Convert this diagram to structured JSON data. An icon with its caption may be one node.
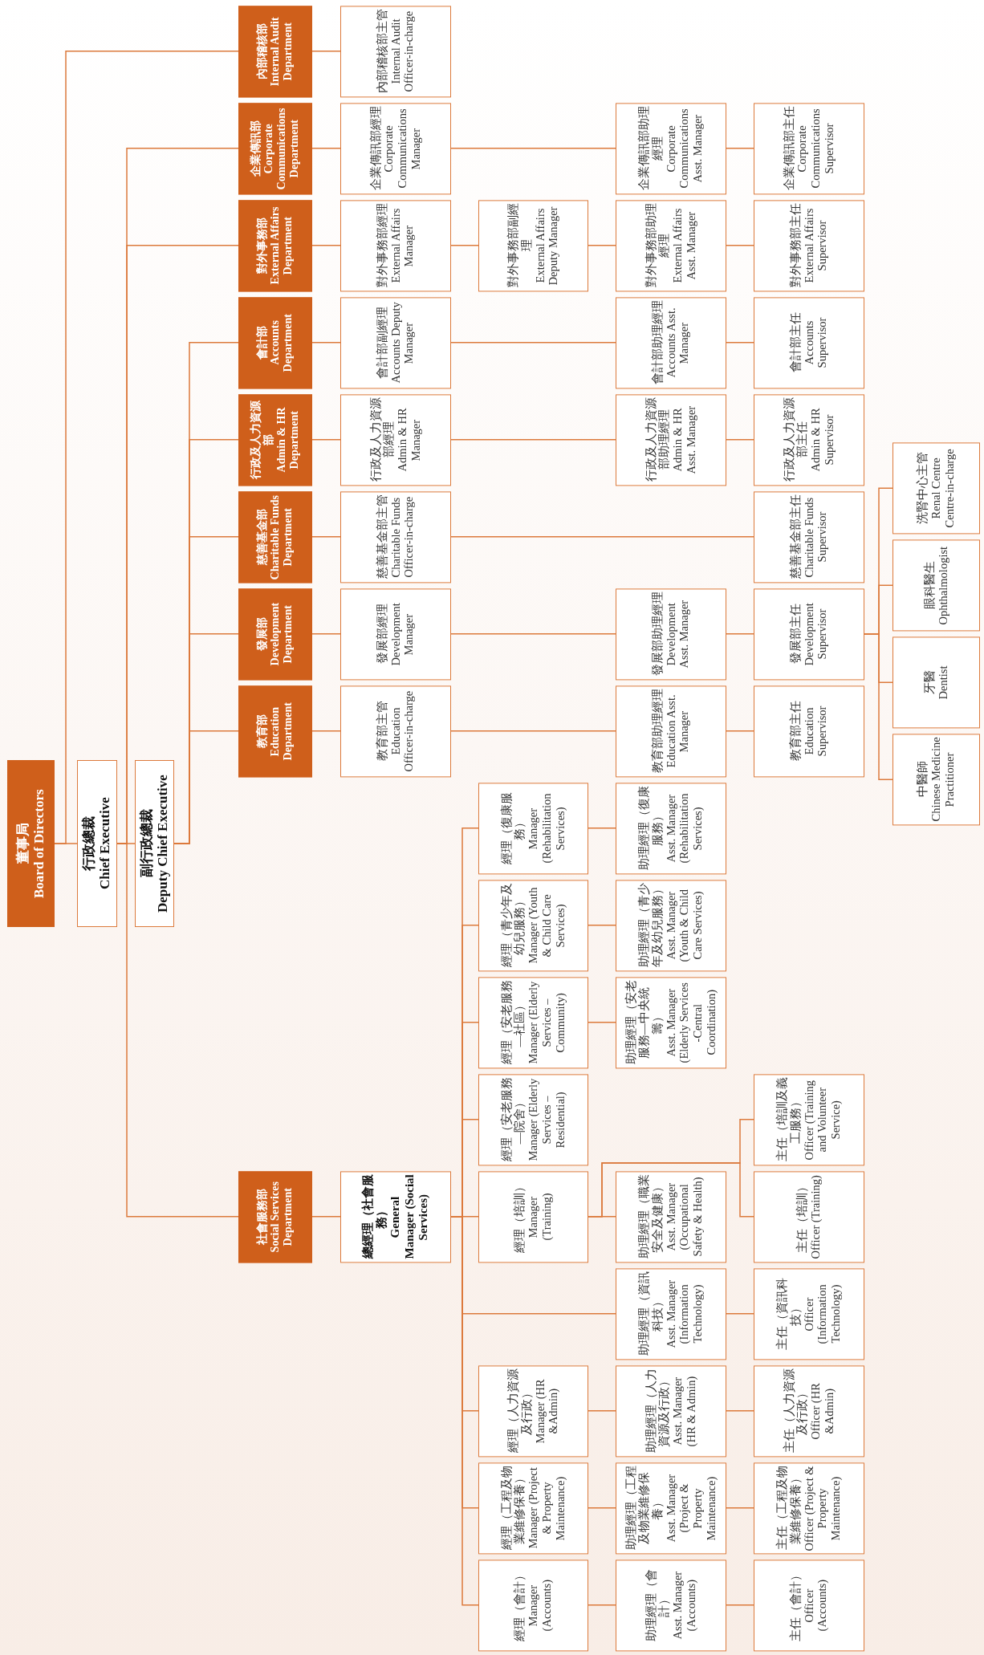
{
  "diagram": {
    "nodes": [
      {
        "text": [
          "董事局",
          "Board of Directors"
        ]
      },
      {
        "text": [
          "行政總裁",
          "Chief Executive"
        ]
      },
      {
        "text": [
          "副行政總裁",
          "Deputy Chief Executive"
        ]
      },
      {
        "text": [
          "內部稽核部",
          "Internal Audit Department"
        ]
      },
      {
        "text": [
          "企業傳訊部",
          "Corporate Communications Department"
        ]
      },
      {
        "text": [
          "對外事務部",
          "External Affairs Department"
        ]
      },
      {
        "text": [
          "會計部",
          "Accounts Department"
        ]
      },
      {
        "text": [
          "行政及人力資源部",
          "Admin & HR Department"
        ]
      },
      {
        "text": [
          "慈善基金部",
          "Charitable Funds Department"
        ]
      },
      {
        "text": [
          "發展部",
          "Development Department"
        ]
      },
      {
        "text": [
          "教育部",
          "Education Department"
        ]
      },
      {
        "text": [
          "社會服務部",
          "Social Services Department"
        ]
      },
      {
        "text": [
          "內部稽核部主管",
          "Internal Audit Officer-in-charge"
        ]
      },
      {
        "text": [
          "企業傳訊部經理",
          "Corporate Communications Manager"
        ]
      },
      {
        "text": [
          "對外事務部經理",
          "External Affairs Manager"
        ]
      },
      {
        "text": [
          "會計部副經理",
          "Accounts Deputy Manager"
        ]
      },
      {
        "text": [
          "行政及人力資源部經理",
          "Admin & HR Manager"
        ]
      },
      {
        "text": [
          "慈善基金部主管",
          "Charitable Funds Officer-in-charge"
        ]
      },
      {
        "text": [
          "發展部經理",
          "Development Manager"
        ]
      },
      {
        "text": [
          "教育部主管",
          "Education Officer-in-charge"
        ]
      },
      {
        "text": [
          "總經理（社會服務）",
          "General Manager (Social Services)"
        ]
      },
      {
        "text": [
          "對外事務部副經理",
          "External Affairs Deputy Manager"
        ]
      },
      {
        "text": [
          "經理（復康服務）",
          "Manager (Rehabilitation Services)"
        ]
      },
      {
        "text": [
          "經理（青少年及幼兒服務）",
          "Manager (Youth & Child Care Services)"
        ]
      },
      {
        "text": [
          "經理（安老服務—社區）",
          "Manager (Elderly Services – Community)"
        ]
      },
      {
        "text": [
          "經理（安老服務—院舍）",
          "Manager (Elderly Services – Residential)"
        ]
      },
      {
        "text": [
          "經理（培訓）",
          "Manager (Training)"
        ]
      },
      {
        "text": [
          "經理（人力資源及行政）",
          "Manager (HR &Admin)"
        ]
      },
      {
        "text": [
          "經理（工程及物業維修保養）",
          "Manager (Project & Property Maintenance)"
        ]
      },
      {
        "text": [
          "經理（會計）",
          "Manager (Accounts)"
        ]
      },
      {
        "text": [
          "企業傳訊部助理經理",
          "Corporate Communications Asst. Manager"
        ]
      },
      {
        "text": [
          "對外事務部助理經理",
          "External Affairs Asst. Manager"
        ]
      },
      {
        "text": [
          "會計部助理經理",
          "Accounts Asst. Manager"
        ]
      },
      {
        "text": [
          "行政及人力資源部助理經理",
          "Admin & HR Asst. Manager"
        ]
      },
      {
        "text": [
          "發展部助理經理",
          "Development Asst. Manager"
        ]
      },
      {
        "text": [
          "教育部助理經理",
          "Education Asst. Manager"
        ]
      },
      {
        "text": [
          "助理經理（復康服務）",
          "Asst. Manager (Rehabilitation Services)"
        ]
      },
      {
        "text": [
          "助理經理（青少年及幼兒服務）",
          "Asst. Manager (Youth & Child Care Services)"
        ]
      },
      {
        "text": [
          "助理經理（安老服務—中央統籌）",
          "Asst. Manager (Elderly Services -Central Coordination)"
        ]
      },
      {
        "text": [
          "助理經理（職業安全及健康）",
          "Asst. Manager (Occupational Safety & Health)"
        ]
      },
      {
        "text": [
          "助理經理（資訊科技）",
          "Asst. Manager (Information Technology)"
        ]
      },
      {
        "text": [
          "助理經理（人力資源及行政）",
          "Asst. Manager (HR & Admin)"
        ]
      },
      {
        "text": [
          "助理經理（工程及物業維修保養）",
          "Asst. Manager (Project & Property Maintenance)"
        ]
      },
      {
        "text": [
          "助理經理（會計）",
          "Asst. Manager (Accounts)"
        ]
      },
      {
        "text": [
          "企業傳訊部主任",
          "Corporate Communications Supervisor"
        ]
      },
      {
        "text": [
          "對外事務部主任",
          "External Affairs Supervisor"
        ]
      },
      {
        "text": [
          "會計部主任",
          "Accounts Supervisor"
        ]
      },
      {
        "text": [
          "行政及人力資源部主任",
          "Admin & HR Supervisor"
        ]
      },
      {
        "text": [
          "慈善基金部主任",
          "Charitable Funds Supervisor"
        ]
      },
      {
        "text": [
          "發展部主任",
          "Development Supervisor"
        ]
      },
      {
        "text": [
          "教育部主任",
          "Education Supervisor"
        ]
      },
      {
        "text": [
          "主任（培訓及義工服務）",
          "Officer (Training and Volunteer Service)"
        ]
      },
      {
        "text": [
          "主任（培訓）",
          "Officer (Training)"
        ]
      },
      {
        "text": [
          "主任（資訊科技）",
          "Officer (Information Technology)"
        ]
      },
      {
        "text": [
          "主任（人力資源及行政）",
          "Officer (HR &Admin)"
        ]
      },
      {
        "text": [
          "主任（工程及物業維修保養）",
          "Officer (Project & Property Maintenance)"
        ]
      },
      {
        "text": [
          "主任（會計）",
          "Officer (Accounts)"
        ]
      },
      {
        "text": [
          "洗腎中心主管",
          "Renal Centre Centre-in-charge"
        ]
      },
      {
        "text": [
          "眼科醫生",
          "Ophthalmologist"
        ]
      },
      {
        "text": [
          "牙醫",
          "Dentist"
        ]
      },
      {
        "text": [
          "中醫師",
          "Chinese Medicine Practitioner"
        ]
      }
    ],
    "edges": [
      {
        "from": 0,
        "to": 1,
        "arrow": "none"
      },
      {
        "from": 0,
        "to": 3,
        "arrow": "none"
      },
      {
        "from": 1,
        "to": 2,
        "arrow": "none"
      },
      {
        "from": 1,
        "to": 4,
        "arrow": "none"
      },
      {
        "from": 1,
        "to": 5,
        "arrow": "none"
      },
      {
        "from": 1,
        "to": 11,
        "arrow": "none"
      },
      {
        "from": 2,
        "to": 6,
        "arrow": "none"
      },
      {
        "from": 2,
        "to": 7,
        "arrow": "none"
      },
      {
        "from": 2,
        "to": 8,
        "arrow": "none"
      },
      {
        "from": 2,
        "to": 9,
        "arrow": "none"
      },
      {
        "from": 2,
        "to": 10,
        "arrow": "none"
      },
      {
        "from": 3,
        "to": 12,
        "arrow": "none"
      },
      {
        "from": 4,
        "to": 13,
        "arrow": "none"
      },
      {
        "from": 5,
        "to": 14,
        "arrow": "none"
      },
      {
        "from": 6,
        "to": 15,
        "arrow": "none"
      },
      {
        "from": 7,
        "to": 16,
        "arrow": "none"
      },
      {
        "from": 8,
        "to": 17,
        "arrow": "none"
      },
      {
        "from": 9,
        "to": 18,
        "arrow": "none"
      },
      {
        "from": 10,
        "to": 19,
        "arrow": "none"
      },
      {
        "from": 11,
        "to": 20,
        "arrow": "none"
      },
      {
        "from": 13,
        "to": 30,
        "arrow": "none"
      },
      {
        "from": 30,
        "to": 44,
        "arrow": "none"
      },
      {
        "from": 14,
        "to": 21,
        "arrow": "none"
      },
      {
        "from": 21,
        "to": 31,
        "arrow": "none"
      },
      {
        "from": 31,
        "to": 45,
        "arrow": "none"
      },
      {
        "from": 15,
        "to": 32,
        "arrow": "none"
      },
      {
        "from": 32,
        "to": 46,
        "arrow": "none"
      },
      {
        "from": 16,
        "to": 33,
        "arrow": "none"
      },
      {
        "from": 33,
        "to": 47,
        "arrow": "none"
      },
      {
        "from": 17,
        "to": 48,
        "arrow": "none"
      },
      {
        "from": 18,
        "to": 34,
        "arrow": "none"
      },
      {
        "from": 34,
        "to": 49,
        "arrow": "none"
      },
      {
        "from": 19,
        "to": 35,
        "arrow": "none"
      },
      {
        "from": 35,
        "to": 50,
        "arrow": "none"
      },
      {
        "from": 49,
        "to": 57,
        "arrow": "none"
      },
      {
        "from": 49,
        "to": 58,
        "arrow": "none"
      },
      {
        "from": 49,
        "to": 59,
        "arrow": "none"
      },
      {
        "from": 49,
        "to": 60,
        "arrow": "none"
      },
      {
        "from": 20,
        "to": 22,
        "arrow": "none"
      },
      {
        "from": 20,
        "to": 23,
        "arrow": "none"
      },
      {
        "from": 20,
        "to": 24,
        "arrow": "none"
      },
      {
        "from": 20,
        "to": 25,
        "arrow": "none"
      },
      {
        "from": 20,
        "to": 26,
        "arrow": "none"
      },
      {
        "from": 20,
        "to": 40,
        "arrow": "none"
      },
      {
        "from": 20,
        "to": 27,
        "arrow": "none"
      },
      {
        "from": 20,
        "to": 28,
        "arrow": "none"
      },
      {
        "from": 20,
        "to": 29,
        "arrow": "none"
      },
      {
        "from": 22,
        "to": 36,
        "arrow": "none"
      },
      {
        "from": 23,
        "to": 37,
        "arrow": "none"
      },
      {
        "from": 24,
        "to": 38,
        "arrow": "none"
      },
      {
        "from": 26,
        "to": 39,
        "arrow": "none"
      },
      {
        "from": 26,
        "to": 51,
        "arrow": "none"
      },
      {
        "from": 26,
        "to": 52,
        "arrow": "none"
      },
      {
        "from": 40,
        "to": 53,
        "arrow": "none"
      },
      {
        "from": 27,
        "to": 41,
        "arrow": "none"
      },
      {
        "from": 41,
        "to": 54,
        "arrow": "none"
      },
      {
        "from": 28,
        "to": 42,
        "arrow": "none"
      },
      {
        "from": 42,
        "to": 55,
        "arrow": "none"
      },
      {
        "from": 29,
        "to": 43,
        "arrow": "none"
      },
      {
        "from": 43,
        "to": 56,
        "arrow": "none"
      }
    ]
  }
}
